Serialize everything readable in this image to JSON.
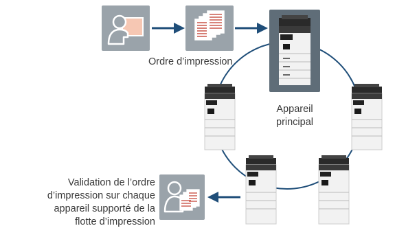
{
  "diagram": {
    "label_print_job": "Ordre d’impression",
    "label_main_device": "Appareil principal",
    "label_validation": [
      "Validation de l’ordre",
      "d’impression sur chaque",
      "appareil supporté de la",
      "flotte d’impression"
    ],
    "colors": {
      "tile": "#9aa3aa",
      "tile_dark": "#5f6d78",
      "arrow": "#1f4e79",
      "circle": "#1f4e79",
      "paper_lines": "#c0392b",
      "person_screen": "#f6c7b3"
    },
    "icons": {
      "user": "user-computer-icon",
      "documents": "document-stack-icon",
      "user_docs": "user-documents-icon",
      "printer": "multifunction-printer-icon"
    }
  }
}
